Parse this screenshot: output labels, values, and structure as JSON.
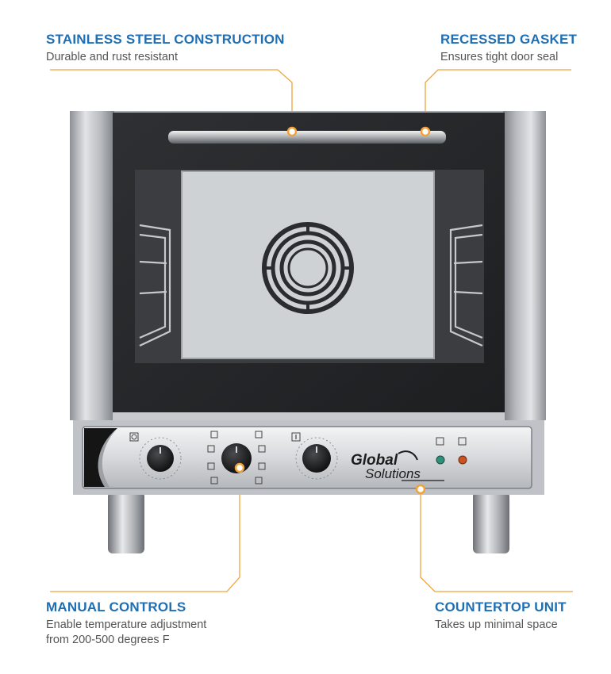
{
  "colors": {
    "accent": "#1f6fb4",
    "leader": "#f2a23a"
  },
  "callouts": {
    "top_left": {
      "title": "STAINLESS STEEL CONSTRUCTION",
      "desc": "Durable and rust resistant"
    },
    "top_right": {
      "title": "RECESSED GASKET",
      "desc": "Ensures tight door seal"
    },
    "bottom_left": {
      "title": "MANUAL CONTROLS",
      "desc_line1": "Enable temperature adjustment",
      "desc_line2": "from 200-500 degrees F"
    },
    "bottom_right": {
      "title": "COUNTERTOP UNIT",
      "desc": "Takes up minimal space"
    }
  },
  "brand": {
    "line1": "Global",
    "line2": "Solutions"
  },
  "icons": [
    "timer-icon",
    "mode-icon",
    "thermometer-icon",
    "power-light-icon",
    "heat-light-icon"
  ]
}
